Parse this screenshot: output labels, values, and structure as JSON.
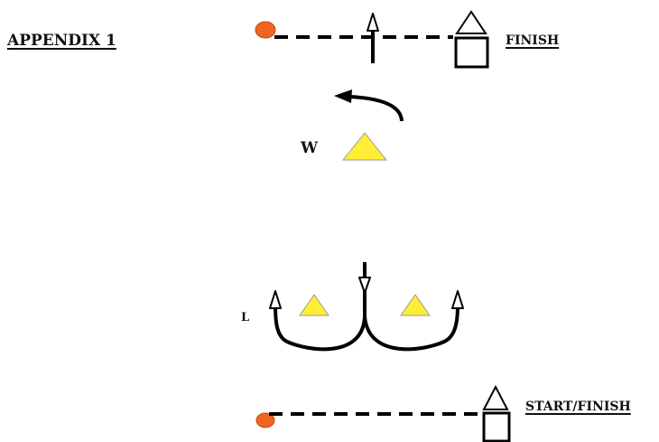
{
  "title": "APPENDIX 1",
  "labels": {
    "finish": "FINISH",
    "start_finish": "START/FINISH",
    "w": "W",
    "l": "L"
  },
  "colors": {
    "cone_fill": "#ffee33",
    "cone_stroke": "#9a9a9a",
    "marker_fill": "#f06524",
    "marker_stroke": "#c44a12",
    "line": "#000000"
  },
  "icons": {
    "cone": "yellow-triangle",
    "marker": "orange-ellipse",
    "gate": "house-shape"
  }
}
